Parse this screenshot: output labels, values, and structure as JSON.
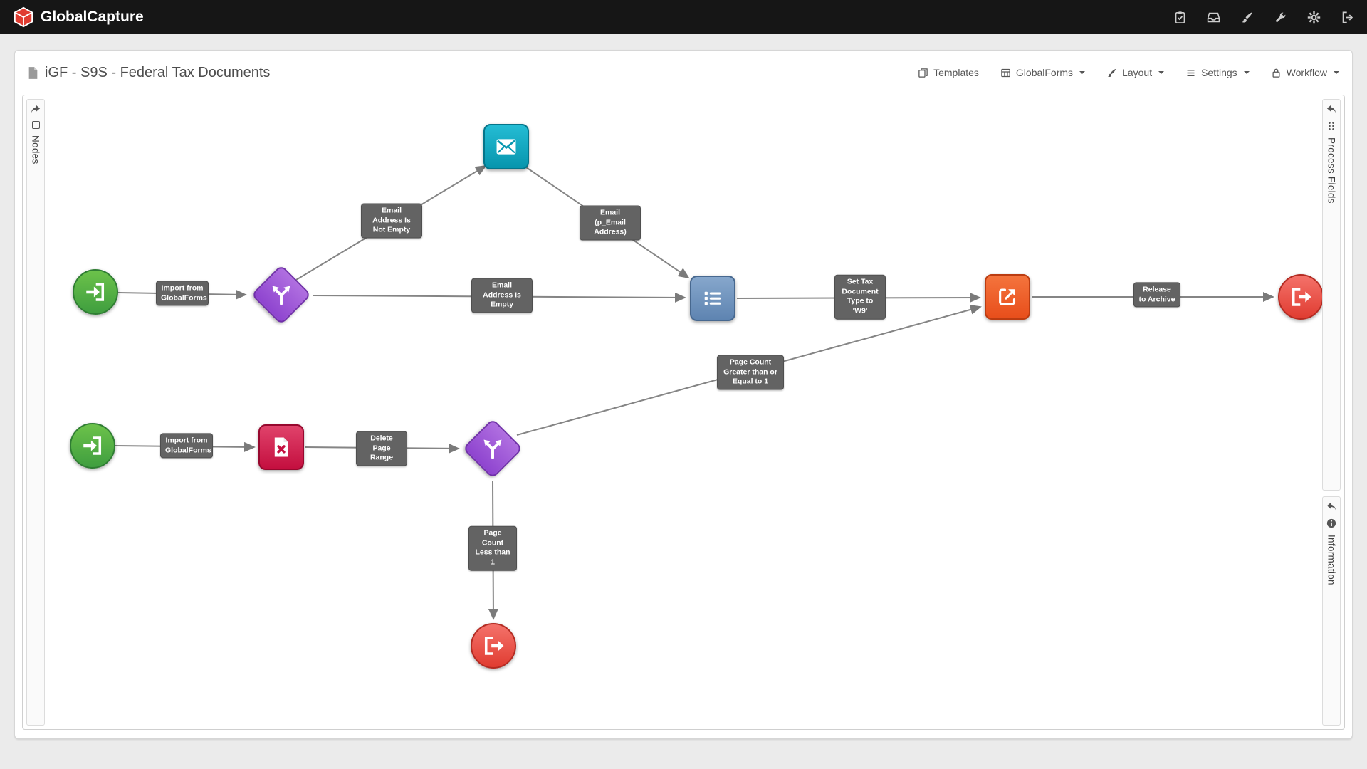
{
  "topbar": {
    "brand": "GlobalCapture",
    "icons": [
      "tasks-icon",
      "inbox-icon",
      "brush-icon",
      "wrench-icon",
      "gear-icon",
      "signout-icon"
    ]
  },
  "header": {
    "title": "iGF - S9S - Federal Tax Documents",
    "menu": {
      "templates": "Templates",
      "globalforms": "GlobalForms",
      "layout": "Layout",
      "settings": "Settings",
      "workflow": "Workflow"
    }
  },
  "panels": {
    "nodes": "Nodes",
    "process_fields": "Process Fields",
    "information": "Information"
  },
  "canvas": {
    "edge_labels": {
      "import_top": "Import from GlobalForms",
      "email_not_empty": "Email Address Is Not Empty",
      "email_param": "Email (p_Email Address)",
      "email_empty": "Email Address Is Empty",
      "set_tax_type": "Set Tax Document Type to 'W9'",
      "release_archive": "Release to Archive",
      "import_bottom": "Import from GlobalForms",
      "delete_page_range": "Delete Page Range",
      "page_count_ge": "Page Count Greater than or Equal to 1",
      "page_count_lt": "Page Count Less than 1"
    },
    "nodes": [
      "import-globalforms-start-top",
      "branch-condition-top",
      "send-email",
      "set-process-fields",
      "release-export",
      "end-workflow-top",
      "import-globalforms-start-bottom",
      "delete-pages",
      "branch-condition-bottom",
      "end-workflow-bottom"
    ],
    "colors": {
      "import_green": "#4fae49",
      "branch_purple": "#9e5bd4",
      "email_teal": "#0897b0",
      "set_fields_blue": "#7294bd",
      "export_orange": "#f15b2a",
      "end_red": "#ef4a3e",
      "delete_red": "#c40f3f",
      "edge_gray": "#858585",
      "label_bg": "#636363"
    }
  }
}
